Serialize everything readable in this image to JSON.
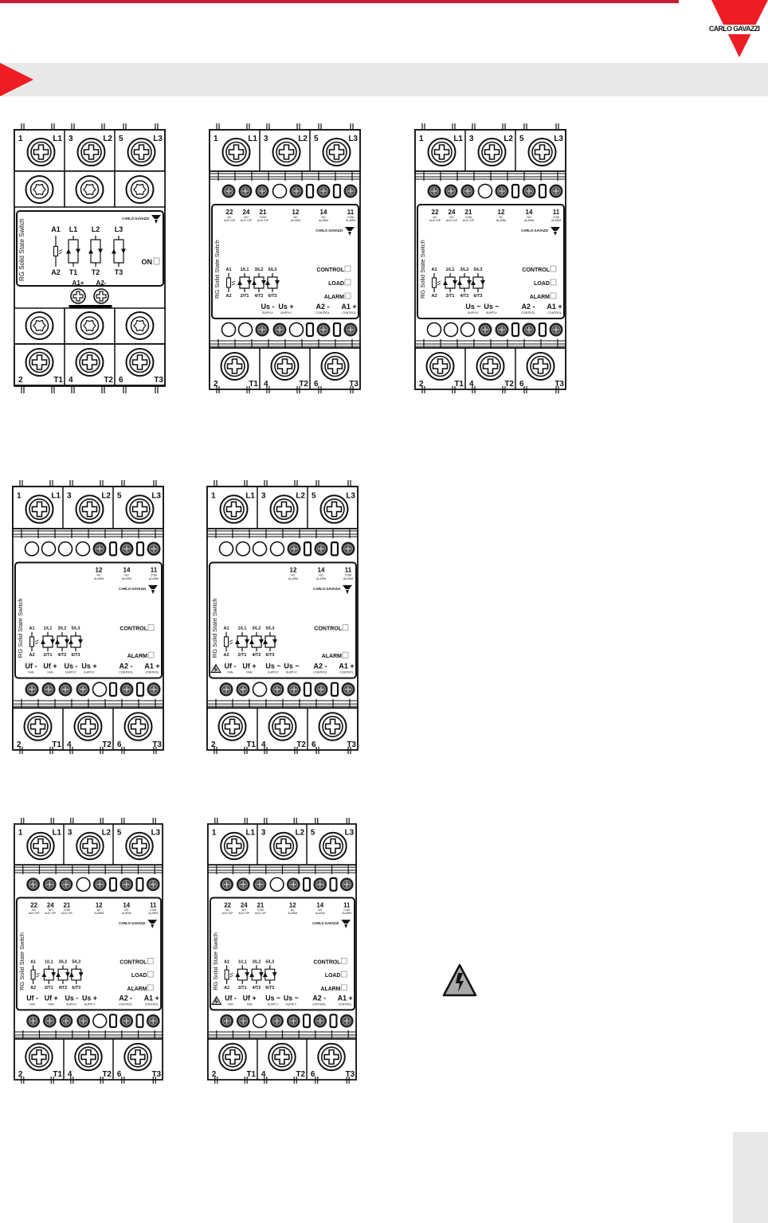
{
  "header": {
    "brand": "CARLO GAVAZZI"
  },
  "colors": {
    "brand_red": "#ee1c25",
    "rule_red": "#c21f35",
    "band_grey": "#e8e8e8"
  },
  "panel_brand": "CARLO GAVAZZI",
  "panel_title": "RG Solid State Switch",
  "line_terminals": [
    {
      "num": "1",
      "label": "L1"
    },
    {
      "num": "3",
      "label": "L2"
    },
    {
      "num": "5",
      "label": "L3"
    }
  ],
  "load_terminals": [
    {
      "num": "2",
      "label": "T1"
    },
    {
      "num": "4",
      "label": "T2"
    },
    {
      "num": "6",
      "label": "T3"
    }
  ],
  "circuit_top": [
    "A1",
    "1/L1",
    "3/L2",
    "5/L3"
  ],
  "circuit_bottom": [
    "A2",
    "2/T1",
    "4/T2",
    "6/T3"
  ],
  "device1": {
    "circuit_top": [
      "A1",
      "L1",
      "L2",
      "L3"
    ],
    "circuit_bottom": [
      "A2",
      "T1",
      "T2",
      "T3"
    ],
    "indicator": "ON",
    "control_terminals": [
      "A1+",
      "A2-"
    ]
  },
  "devices": [
    {
      "top_row": "sssosbsbs",
      "bottom_row": "oossobsbs",
      "warning": false,
      "top_labels": [
        {
          "num": "22",
          "type": "NC",
          "func": "AUX O/P"
        },
        {
          "num": "24",
          "type": "NO",
          "func": "AUX O/P"
        },
        {
          "num": "21",
          "type": "COM",
          "func": "AUX O/P"
        },
        {
          "num": "12",
          "type": "NC",
          "func": "ALARM"
        },
        {
          "num": "14",
          "type": "NO",
          "func": "ALARM"
        },
        {
          "num": "11",
          "type": "COM",
          "func": "ALARM"
        }
      ],
      "indicators": [
        "CONTROL",
        "LOAD",
        "ALARM"
      ],
      "bottom_labels": [
        null,
        null,
        {
          "text": "Us -",
          "sub": "SUPPLY"
        },
        {
          "text": "Us +",
          "sub": "SUPPLY"
        },
        {
          "text": "A2 -",
          "sub": "CONTROL"
        },
        {
          "text": "A1 +",
          "sub": "CONTROL"
        }
      ]
    },
    {
      "top_row": "sssosbsbs",
      "bottom_row": "ooossbsbs",
      "warning": false,
      "top_labels": [
        {
          "num": "22",
          "type": "NC",
          "func": "AUX O/P"
        },
        {
          "num": "24",
          "type": "NO",
          "func": "AUX O/P"
        },
        {
          "num": "21",
          "type": "COM",
          "func": "AUX O/P"
        },
        {
          "num": "12",
          "type": "NC",
          "func": "ALARM"
        },
        {
          "num": "14",
          "type": "NO",
          "func": "ALARM"
        },
        {
          "num": "11",
          "type": "COM",
          "func": "ALARM"
        }
      ],
      "indicators": [
        "CONTROL",
        "LOAD",
        "ALARM"
      ],
      "bottom_labels": [
        null,
        null,
        {
          "text": "Us ~",
          "sub": "SUPPLY"
        },
        {
          "text": "Us ~",
          "sub": "SUPPLY"
        },
        {
          "text": "A2 -",
          "sub": "CONTROL"
        },
        {
          "text": "A1 +",
          "sub": "CONTROL"
        }
      ]
    },
    {
      "top_row": "oooosbsbs",
      "bottom_row": "ssssobsbs",
      "warning": false,
      "top_labels": [
        null,
        null,
        null,
        {
          "num": "12",
          "type": "NC",
          "func": "ALARM"
        },
        {
          "num": "14",
          "type": "NO",
          "func": "ALARM"
        },
        {
          "num": "11",
          "type": "COM",
          "func": "ALARM"
        }
      ],
      "indicators": [
        "CONTROL",
        null,
        "ALARM"
      ],
      "bottom_labels": [
        {
          "text": "Uf -",
          "sub": "FAN"
        },
        {
          "text": "Uf +",
          "sub": "FAN"
        },
        {
          "text": "Us -",
          "sub": "SUPPLY"
        },
        {
          "text": "Us +",
          "sub": "SUPPLY"
        },
        {
          "text": "A2 -",
          "sub": "CONTROL"
        },
        {
          "text": "A1 +",
          "sub": "CONTROL"
        }
      ]
    },
    {
      "top_row": "oooosbsbs",
      "bottom_row": "ssossbsbs",
      "warning": true,
      "top_labels": [
        null,
        null,
        null,
        {
          "num": "12",
          "type": "NC",
          "func": "ALARM"
        },
        {
          "num": "14",
          "type": "NO",
          "func": "ALARM"
        },
        {
          "num": "11",
          "type": "COM",
          "func": "ALARM"
        }
      ],
      "indicators": [
        "CONTROL",
        null,
        "ALARM"
      ],
      "bottom_labels": [
        {
          "text": "Uf -",
          "sub": "FAN"
        },
        {
          "text": "Uf +",
          "sub": "FAN"
        },
        {
          "text": "Us ~",
          "sub": "SUPPLY"
        },
        {
          "text": "Us ~",
          "sub": "SUPPLY"
        },
        {
          "text": "A2 -",
          "sub": "CONTROL"
        },
        {
          "text": "A1 +",
          "sub": "CONTROL"
        }
      ]
    },
    {
      "top_row": "sssosbsbs",
      "bottom_row": "ssssobsbs",
      "warning": false,
      "top_labels": [
        {
          "num": "22",
          "type": "NC",
          "func": "AUX O/P"
        },
        {
          "num": "24",
          "type": "NO",
          "func": "AUX O/P"
        },
        {
          "num": "21",
          "type": "COM",
          "func": "AUX O/P"
        },
        {
          "num": "12",
          "type": "NC",
          "func": "ALARM"
        },
        {
          "num": "14",
          "type": "NO",
          "func": "ALARM"
        },
        {
          "num": "11",
          "type": "COM",
          "func": "ALARM"
        }
      ],
      "indicators": [
        "CONTROL",
        "LOAD",
        "ALARM"
      ],
      "bottom_labels": [
        {
          "text": "Uf -",
          "sub": "FAN"
        },
        {
          "text": "Uf +",
          "sub": "FAN"
        },
        {
          "text": "Us -",
          "sub": "SUPPLY"
        },
        {
          "text": "Us +",
          "sub": "SUPPLY"
        },
        {
          "text": "A2 -",
          "sub": "CONTROL"
        },
        {
          "text": "A1 +",
          "sub": "CONTROL"
        }
      ]
    },
    {
      "top_row": "sssosbsbs",
      "bottom_row": "ssossbsbs",
      "warning": true,
      "top_labels": [
        {
          "num": "22",
          "type": "NC",
          "func": "AUX O/P"
        },
        {
          "num": "24",
          "type": "NO",
          "func": "AUX O/P"
        },
        {
          "num": "21",
          "type": "COM",
          "func": "AUX O/P"
        },
        {
          "num": "12",
          "type": "NC",
          "func": "ALARM"
        },
        {
          "num": "14",
          "type": "NO",
          "func": "ALARM"
        },
        {
          "num": "11",
          "type": "COM",
          "func": "ALARM"
        }
      ],
      "indicators": [
        "CONTROL",
        "LOAD",
        "ALARM"
      ],
      "bottom_labels": [
        {
          "text": "Uf -",
          "sub": "FAN"
        },
        {
          "text": "Uf +",
          "sub": "FAN"
        },
        {
          "text": "Us ~",
          "sub": "SUPPLY"
        },
        {
          "text": "Us ~",
          "sub": "SUPPLY"
        },
        {
          "text": "A2 -",
          "sub": "CONTROL"
        },
        {
          "text": "A1 +",
          "sub": "CONTROL"
        }
      ]
    }
  ]
}
